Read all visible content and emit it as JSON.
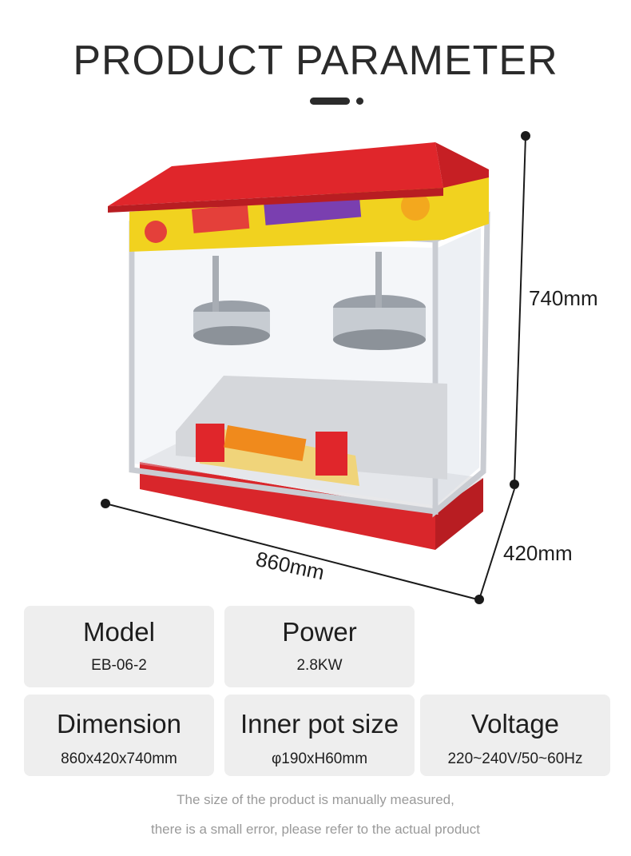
{
  "header": {
    "title": "PRODUCT PARAMETER"
  },
  "dimensions": {
    "height": "740mm",
    "depth": "420mm",
    "width": "860mm"
  },
  "specs": [
    {
      "label": "Model",
      "value": "EB-06-2"
    },
    {
      "label": "Power",
      "value": "2.8KW"
    },
    {
      "label": "Dimension",
      "value": "860x420x740mm"
    },
    {
      "label": "Inner pot size",
      "value": "φ190xH60mm"
    },
    {
      "label": "Voltage",
      "value": "220~240V/50~60Hz"
    }
  ],
  "footer": {
    "line1": "The size of the product is manually measured,",
    "line2": "there is a small error, please refer to the actual product"
  },
  "colors": {
    "accent_red": "#e0262b",
    "card_bg": "#eeeeee",
    "text_dark": "#2b2b2b",
    "note_gray": "#9a9a9a"
  }
}
